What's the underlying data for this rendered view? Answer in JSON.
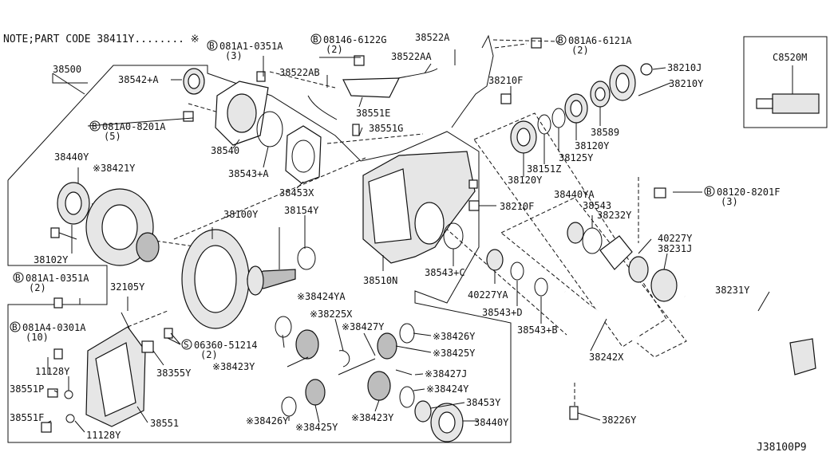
{
  "note": "NOTE;PART CODE 38411Y........ ※",
  "diagram_code": "J38100P9",
  "inset_label": "C8520M",
  "bolt_refs": [
    {
      "id": "081A1-0351A",
      "qty": "(3)"
    },
    {
      "id": "08146-6122G",
      "qty": "(2)"
    },
    {
      "id": "081A6-6121A",
      "qty": "(2)"
    },
    {
      "id": "081A0-8201A",
      "qty": "(5)"
    },
    {
      "id": "08120-8201F",
      "qty": "(3)"
    },
    {
      "id": "081A1-0351A",
      "qty": "(2)"
    },
    {
      "id": "081A4-0301A",
      "qty": "(10)"
    },
    {
      "id": "06360-51214",
      "qty": "(2)"
    }
  ],
  "parts": {
    "p38500": "38500",
    "p38542A": "38542+A",
    "p38540": "38540",
    "p38543A": "38543+A",
    "p38453X": "38453X",
    "p38522AB": "38522AB",
    "p38522A": "38522A",
    "p38522AA": "38522AA",
    "p38551E": "38551E",
    "p38551G": "38551G",
    "p38210F_top": "38210F",
    "p38210J": "38210J",
    "p38210Y": "38210Y",
    "p38589": "38589",
    "p38120Y_a": "38120Y",
    "p38125Y": "38125Y",
    "p38151Z": "38151Z",
    "p38120Y_b": "38120Y",
    "p38440Y_top": "38440Y",
    "p38421Y": "※38421Y",
    "p38102Y": "38102Y",
    "p38100Y": "38100Y",
    "p38154Y": "38154Y",
    "p38510N": "38510N",
    "p38210F_mid": "38210F",
    "p38440YA": "38440YA",
    "p38543": "38543",
    "p38232Y": "38232Y",
    "p40227Y_r": "40227Y",
    "p38231J": "38231J",
    "p38231Y": "38231Y",
    "p38543C": "38543+C",
    "p40227YA": "40227YA",
    "p38543D": "38543+D",
    "p38543B": "38543+B",
    "p38242X": "38242X",
    "p32105Y": "32105Y",
    "p38424YA": "※38424YA",
    "p38225X": "※38225X",
    "p38427Y": "※38427Y",
    "p38426Y_r": "※38426Y",
    "p38425Y_r": "※38425Y",
    "p38423Y_l": "※38423Y",
    "p38427J": "※38427J",
    "p38424Y": "※38424Y",
    "p38453Y": "38453Y",
    "p38423Y_b": "※38423Y",
    "p38440Y_b": "38440Y",
    "p38426Y_b": "※38426Y",
    "p38425Y_b": "※38425Y",
    "p38355Y": "38355Y",
    "p11128Y_a": "11128Y",
    "p38551P": "38551P",
    "p38551F": "38551F",
    "p11128Y_b": "11128Y",
    "p38551": "38551",
    "p38226Y": "38226Y"
  }
}
